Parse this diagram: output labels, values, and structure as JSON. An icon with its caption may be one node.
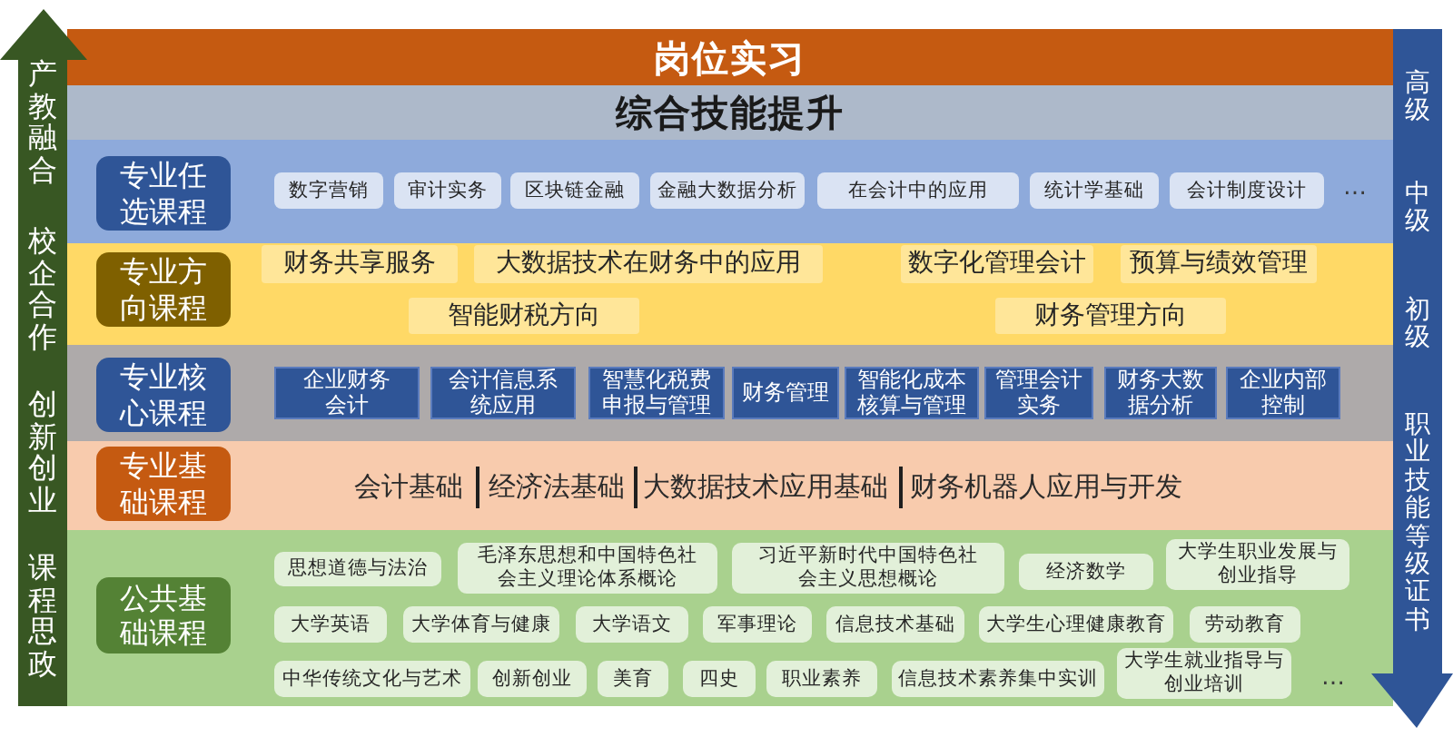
{
  "diagram": {
    "nodes": [
      {
        "text": [
          "产教融合",
          "校企合作",
          "创新创业",
          "课程思政"
        ]
      },
      {
        "text": [
          "岗位实习"
        ]
      },
      {
        "text": [
          "综合技能提升"
        ]
      },
      {
        "text": [],
        "shape": "band"
      },
      {
        "text": [
          "专业任选课程"
        ],
        "in": 3
      },
      {
        "text": [
          "数字营销"
        ],
        "in": 3
      },
      {
        "text": [
          "审计实务"
        ],
        "in": 3
      },
      {
        "text": [
          "区块链金融"
        ],
        "in": 3
      },
      {
        "text": [
          "金融大数据分析"
        ],
        "in": 3
      },
      {
        "text": [
          "在会计中的应用"
        ],
        "in": 3
      },
      {
        "text": [
          "统计学基础"
        ],
        "in": 3
      },
      {
        "text": [
          "会计制度设计"
        ],
        "in": 3
      },
      {
        "text": [],
        "shape": "band"
      },
      {
        "text": [
          "专业方向课程"
        ],
        "in": 12
      },
      {
        "text": [
          "财务共享服务"
        ],
        "in": 12
      },
      {
        "text": [
          "大数据技术在财务中的应用"
        ],
        "in": 12
      },
      {
        "text": [
          "数字化管理会计"
        ],
        "in": 12
      },
      {
        "text": [
          "预算与绩效管理"
        ],
        "in": 12
      },
      {
        "text": [
          "智能财税方向"
        ],
        "in": 12
      },
      {
        "text": [
          "财务管理方向"
        ],
        "in": 12
      },
      {
        "text": [],
        "shape": "band"
      },
      {
        "text": [
          "专业核心课程"
        ],
        "in": 20
      },
      {
        "text": [
          "企业财务会计"
        ],
        "in": 20
      },
      {
        "text": [
          "会计信息系统应用"
        ],
        "in": 20
      },
      {
        "text": [
          "智慧化税费申报与管理"
        ],
        "in": 20
      },
      {
        "text": [
          "财务管理"
        ],
        "in": 20
      },
      {
        "text": [
          "智能化成本核算与管理"
        ],
        "in": 20
      },
      {
        "text": [
          "管理会计实务"
        ],
        "in": 20
      },
      {
        "text": [
          "财务大数据分析"
        ],
        "in": 20
      },
      {
        "text": [
          "企业内部控制"
        ],
        "in": 20
      },
      {
        "text": [
          "会计基础",
          "经济法基础",
          "大数据技术应用基础",
          "财务机器人应用与开发"
        ]
      },
      {
        "text": [
          "专业基础课程"
        ],
        "in": 30
      },
      {
        "text": [],
        "shape": "band"
      },
      {
        "text": [
          "公共基础课程"
        ],
        "in": 32
      },
      {
        "text": [
          "思想道德与法治"
        ],
        "in": 32
      },
      {
        "text": [
          "毛泽东思想和中国特色社会主义理论体系概论"
        ],
        "in": 32
      },
      {
        "text": [
          "习近平新时代中国特色社会主义思想概论"
        ],
        "in": 32
      },
      {
        "text": [
          "经济数学"
        ],
        "in": 32
      },
      {
        "text": [
          "大学生职业发展与创业指导"
        ],
        "in": 32
      },
      {
        "text": [
          "大学英语"
        ],
        "in": 32
      },
      {
        "text": [
          "大学体育与健康"
        ],
        "in": 32
      },
      {
        "text": [
          "大学语文"
        ],
        "in": 32
      },
      {
        "text": [
          "军事理论"
        ],
        "in": 32
      },
      {
        "text": [
          "信息技术基础"
        ],
        "in": 32
      },
      {
        "text": [
          "大学生心理健康教育"
        ],
        "in": 32
      },
      {
        "text": [
          "劳动教育"
        ],
        "in": 32
      },
      {
        "text": [
          "中华传统文化与艺术"
        ],
        "in": 32
      },
      {
        "text": [
          "创新创业"
        ],
        "in": 32
      },
      {
        "text": [
          "美育"
        ],
        "in": 32
      },
      {
        "text": [
          "四史"
        ],
        "in": 32
      },
      {
        "text": [
          "职业素养"
        ],
        "in": 32
      },
      {
        "text": [
          "信息技术素养集中实训"
        ],
        "in": 32
      },
      {
        "text": [
          "大学生就业指导与创业培训"
        ],
        "in": 32
      },
      {
        "text": [
          "高级",
          "中级",
          "初级",
          "职业技能等级证书"
        ]
      }
    ],
    "labels": [
      "…",
      "…"
    ]
  }
}
